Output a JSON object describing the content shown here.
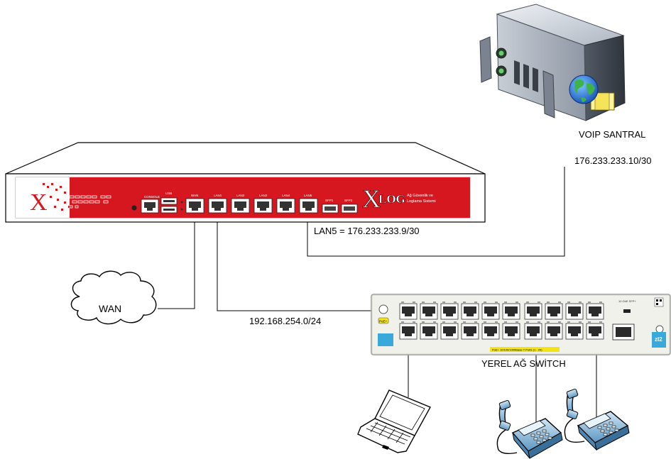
{
  "labels": {
    "voip_title": "VOIP SANTRAL",
    "voip_ip": "176.233.233.10/30",
    "lan5": "LAN5 = 176.233.233.9/30",
    "wan": "WAN",
    "lan_subnet": "192.168.254.0/24",
    "switch_title": "YEREL AĞ SWİTCH"
  },
  "firewall": {
    "brand": "LOG",
    "brand_x": "X",
    "tagline_1": "Ağ Güvenlik ve",
    "tagline_2": "Loglama Sistemi",
    "port_labels": [
      "CONSOLE",
      "USB",
      "WAN",
      "LAN1",
      "LAN2",
      "LAN3",
      "LAN4",
      "LAN5",
      "SFP1",
      "SFP2"
    ]
  },
  "switch": {
    "badge": "zl2",
    "poe_label": "PoE+",
    "bottom_caption": "PoE+ 10/100/1000Base-T Ports (1 - 20)",
    "sfp_label": "10 GbE SFP+",
    "port_count": 20
  },
  "colors": {
    "firewall_red": "#d6171f",
    "line": "#000000",
    "switch_body": "#f1f1ec",
    "switch_badge": "#39a9dc"
  },
  "icons": [
    "server-icon",
    "globe-icon",
    "cloud-icon",
    "laptop-icon",
    "phone-icon"
  ]
}
